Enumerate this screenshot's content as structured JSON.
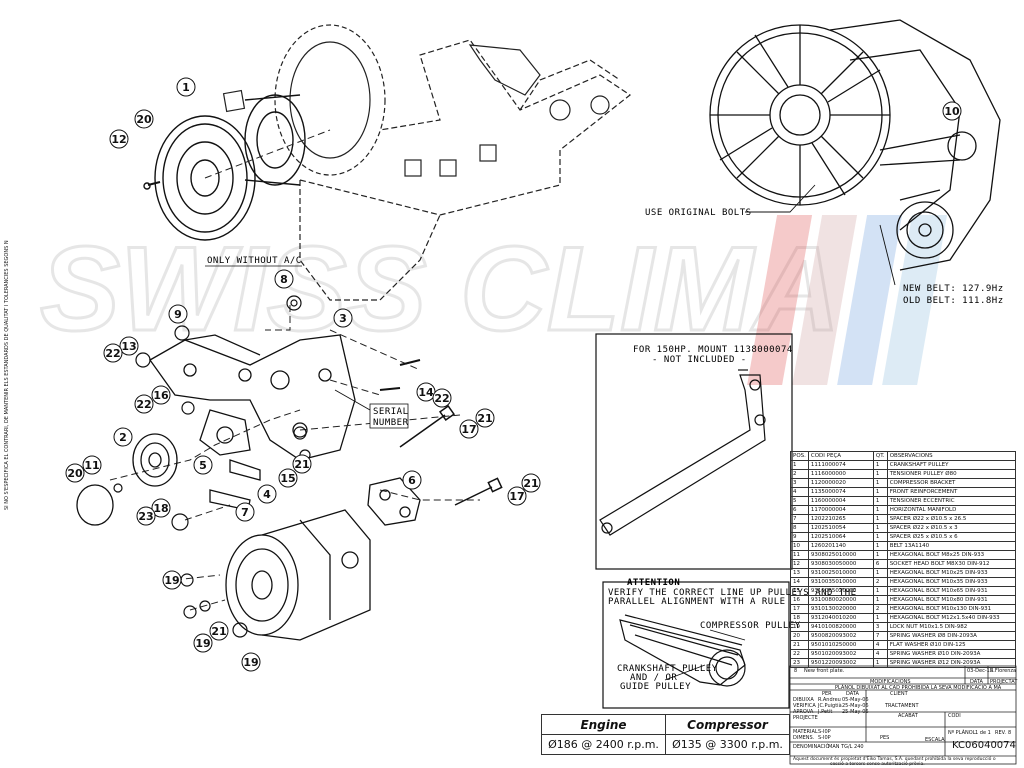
{
  "callouts": {
    "c1": "1",
    "c2": "2",
    "c3": "3",
    "c4": "4",
    "c5": "5",
    "c6": "6",
    "c7": "7",
    "c8": "8",
    "c9": "9",
    "c10": "10",
    "c11": "11",
    "c12": "12",
    "c13": "13",
    "c14": "14",
    "c15": "15",
    "c16": "16",
    "c17a": "17",
    "c17b": "17",
    "c18": "18",
    "c19a": "19",
    "c19b": "19",
    "c19c": "19",
    "c20a": "20",
    "c20b": "20",
    "c21a": "21",
    "c21b": "21",
    "c21c": "21",
    "c21d": "21",
    "c22a": "22",
    "c22b": "22",
    "c22c": "22",
    "c23": "23"
  },
  "notes": {
    "only_without_ac": "ONLY WITHOUT A/C",
    "use_original_bolts": "USE ORIGINAL BOLTS",
    "serial_number_1": "SERIAL",
    "serial_number_2": "NUMBER",
    "new_belt": "NEW BELT: 127.9Hz",
    "old_belt": "OLD BELT: 111.8Hz",
    "mount_line1": "FOR 150HP. MOUNT 1138000074",
    "mount_line2": "- NOT INCLUDED -",
    "attention_title": "ATTENTION",
    "attention_line1": "VERIFY THE CORRECT LINE UP PULLEYS AND THE",
    "attention_line2": "PARALLEL ALIGNMENT WITH A RULE",
    "compressor_pulley": "COMPRESSOR PULLEY",
    "crank_line1": "CRANKSHAFT PULLEY",
    "crank_line2": "AND / OR",
    "crank_line3": "GUIDE PULLEY"
  },
  "watermark": "SWISS CLIMA",
  "side_text": "SI NO S'ESPECIFICA EL CONTRARI, DE MANTENIR ELS ESTÀNDARDS DE QUALITAT I TOLERÀNCIES SEGONS NORMA",
  "bom": {
    "headers": [
      "POS.",
      "CODI PEÇA",
      "QT.",
      "OBSERVACIONS"
    ],
    "rows": [
      [
        "1",
        "1111000074",
        "1",
        "CRANKSHAFT PULLEY"
      ],
      [
        "2",
        "1116000000",
        "1",
        "TENSIONER PULLEY Ø80"
      ],
      [
        "3",
        "1120000020",
        "1",
        "COMPRESSOR BRACKET"
      ],
      [
        "4",
        "1135000074",
        "1",
        "FRONT REINFORCEMENT"
      ],
      [
        "5",
        "1160000004",
        "1",
        "TENSIONER ECCENTRIC"
      ],
      [
        "6",
        "1170000004",
        "1",
        "HORIZONTAL MANIFOLD"
      ],
      [
        "7",
        "1202210265",
        "1",
        "SPACER Ø22 x Ø10.5 x 26.5"
      ],
      [
        "8",
        "1202510054",
        "1",
        "SPACER Ø22 x Ø10.5 x 3"
      ],
      [
        "9",
        "1202510064",
        "1",
        "SPACER Ø25 x Ø10.5 x 6"
      ],
      [
        "10",
        "1260201140",
        "1",
        "BELT 13A1140"
      ],
      [
        "11",
        "9308025010000",
        "1",
        "HEXAGONAL BOLT M8x25 DIN-933"
      ],
      [
        "12",
        "9308030050000",
        "6",
        "SOCKET HEAD BOLT M8X30 DIN-912"
      ],
      [
        "13",
        "9310025010000",
        "1",
        "HEXAGONAL BOLT M10x25 DIN-933"
      ],
      [
        "14",
        "9310035010000",
        "2",
        "HEXAGONAL BOLT M10x35 DIN-933"
      ],
      [
        "15",
        "9310065020000",
        "1",
        "HEXAGONAL BOLT M10x65 DIN-931"
      ],
      [
        "16",
        "9310080020000",
        "1",
        "HEXAGONAL BOLT M10x80 DIN-931"
      ],
      [
        "17",
        "9310130020000",
        "2",
        "HEXAGONAL BOLT M10x130 DIN-931"
      ],
      [
        "18",
        "9312040010200",
        "1",
        "HEXAGONAL BOLT M12x1.5x40 DIN-933"
      ],
      [
        "19",
        "9410100820000",
        "3",
        "LOCK NUT M10x1.5 DIN-982"
      ],
      [
        "20",
        "9500820093002",
        "7",
        "SPRING WASHER Ø8 DIN-2093A"
      ],
      [
        "21",
        "9501010250000",
        "4",
        "FLAT WASHER Ø10 DIN-125"
      ],
      [
        "22",
        "9501020093002",
        "4",
        "SPRING WASHER Ø10 DIN-2093A"
      ],
      [
        "23",
        "9501220093002",
        "1",
        "SPRING WASHER Ø12 DIN-2093A"
      ]
    ]
  },
  "revision": {
    "entry": "New front plate.",
    "entry_date": "03-Dec-15",
    "entry_author": "R.Florenza",
    "col_modificacions": "MODIFICACIONS",
    "col_data": "DATA",
    "col_projectat": "PROJECTAT"
  },
  "title_block": {
    "warning": "PLÀNOL DIBUIXAT AL CAD PROHIBIDA LA SEVA MODIFICACIÓ A MÀ",
    "per": "PER",
    "data": "DATA",
    "client": "CLIENT",
    "dibuixa": "DIBUIXA",
    "dibuixa_who": "R.Andreu",
    "dibuixa_date": "05-May-06",
    "verifica": "VERIFICA",
    "verifica_who": "JC.Puigtià",
    "verifica_date": "25-May-06",
    "aprova": "APROVA",
    "aprova_who": "J.Petit",
    "aprova_date": "25-May-06",
    "tractament": "TRACTAMENT",
    "projecte": "PROJECTE",
    "acabat": "ACABAT",
    "codi": "CODI",
    "material": "MATERIAL",
    "material_val": "S-I0P",
    "dimens": "DIMENS.",
    "dimens_val": "S-I0P",
    "pes": "PES",
    "escala": "ESCALA",
    "num_planol": "Nº PLÀNOL",
    "sheet": "1 de 1",
    "rev": "REV.",
    "rev_val": "8",
    "denominacio": "DENOMINACIÓ",
    "denominacio_val": "MAN TG/L 240",
    "drawing_number": "KC06040074",
    "footer1": "Aquest document és propietat d'Eiko Tamas, S.A. quedant prohibida la seva reproducció o",
    "footer2": "cessió a tercers sense autorització prèvia."
  },
  "speeds": {
    "engine_label": "Engine",
    "compressor_label": "Compressor",
    "engine_value": "Ø186 @ 2400 r.p.m.",
    "compressor_value": "Ø135 @ 3300 r.p.m."
  }
}
